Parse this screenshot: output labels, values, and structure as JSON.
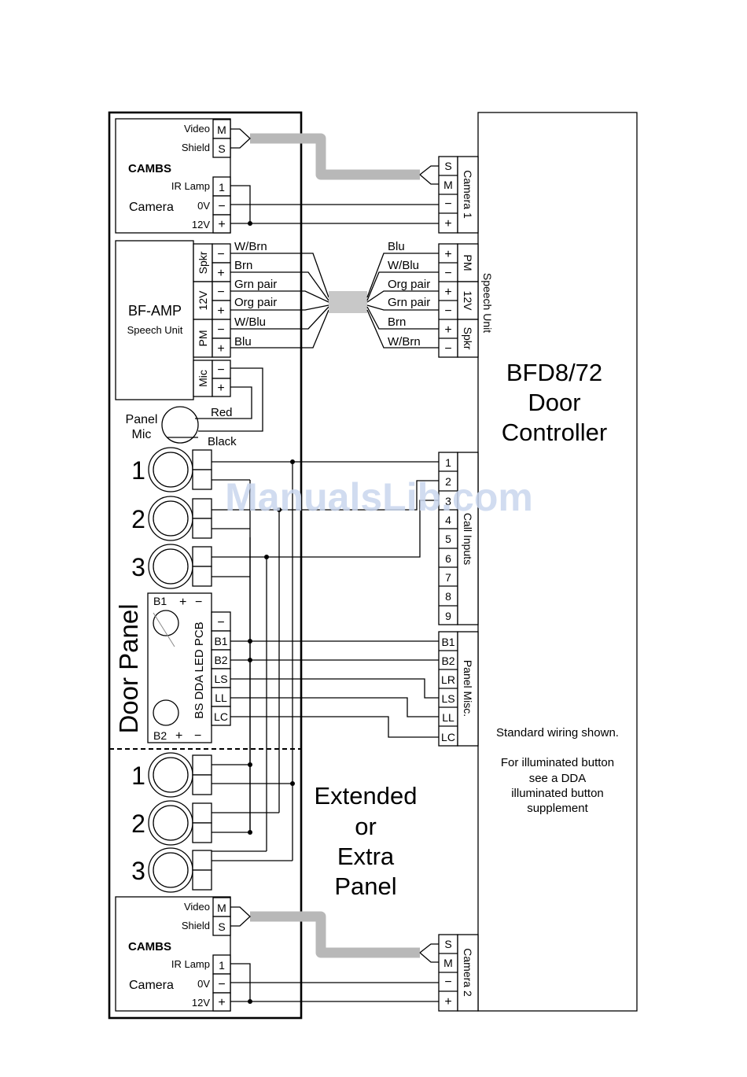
{
  "door_panel": {
    "title": "Door Panel",
    "camera_top": {
      "brand": "CAMBS",
      "name": "Camera",
      "video": "Video",
      "shield": "Shield",
      "ir_lamp": "IR Lamp",
      "v0": "0V",
      "v12": "12V",
      "t_m": "M",
      "t_s": "S",
      "t_1": "1",
      "t_minus": "−",
      "t_plus": "+"
    },
    "amp": {
      "name": "BF-AMP",
      "sub": "Speech Unit",
      "spkr": "Spkr",
      "v12": "12V",
      "pm": "PM",
      "mic": "Mic",
      "minus": "−",
      "plus": "+"
    },
    "amp_wires": [
      "W/Brn",
      "Brn",
      "Grn pair",
      "Org pair",
      "W/Blu",
      "Blu"
    ],
    "panel_mic": {
      "label1": "Panel",
      "label2": "Mic",
      "red": "Red",
      "black": "Black"
    },
    "buttons": [
      "1",
      "2",
      "3"
    ],
    "led_pcb": {
      "title": "BS DDA LED PCB",
      "b1": "B1",
      "b2": "B2",
      "plus": "+",
      "minus": "−",
      "terminals": [
        "−",
        "B1",
        "B2",
        "LS",
        "LL",
        "LC"
      ]
    }
  },
  "extended_panel": {
    "line1": "Extended",
    "line2": "or",
    "line3": "Extra",
    "line4": "Panel",
    "buttons": [
      "1",
      "2",
      "3"
    ],
    "camera_bottom": {
      "brand": "CAMBS",
      "name": "Camera",
      "video": "Video",
      "shield": "Shield",
      "ir_lamp": "IR Lamp",
      "v0": "0V",
      "v12": "12V",
      "t_m": "M",
      "t_s": "S",
      "t_1": "1",
      "t_minus": "−",
      "t_plus": "+"
    }
  },
  "controller": {
    "line1": "BFD8/72",
    "line2": "Door",
    "line3": "Controller",
    "camera1": {
      "label": "Camera 1",
      "terms": [
        "S",
        "M",
        "−",
        "+"
      ]
    },
    "camera2": {
      "label": "Camera 2",
      "terms": [
        "S",
        "M",
        "−",
        "+"
      ]
    },
    "speech": {
      "label": "Speech Unit",
      "groups": [
        "PM",
        "12V",
        "Spkr"
      ],
      "terms": [
        "+",
        "−",
        "+",
        "−",
        "+",
        "−"
      ],
      "wires": [
        "Blu",
        "W/Blu",
        "Org pair",
        "Grn pair",
        "Brn",
        "W/Brn"
      ]
    },
    "call_inputs": {
      "label": "Call Inputs",
      "terms": [
        "1",
        "2",
        "3",
        "4",
        "5",
        "6",
        "7",
        "8",
        "9"
      ]
    },
    "panel_misc": {
      "label": "Panel Misc.",
      "terms": [
        "B1",
        "B2",
        "LR",
        "LS",
        "LL",
        "LC"
      ]
    },
    "note1": "Standard wiring shown.",
    "note2": [
      "For illuminated button",
      "see a DDA",
      "illuminated button",
      "supplement"
    ]
  },
  "watermark": "ManualsLib.com"
}
